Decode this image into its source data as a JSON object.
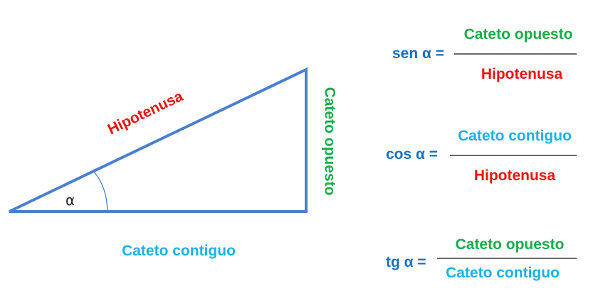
{
  "triangle": {
    "hypotenuse_label": "Hipotenusa",
    "opposite_label": "Cateto opuesto",
    "adjacent_label": "Cateto contiguo",
    "angle_label": "α"
  },
  "formulas": [
    {
      "lhs": "sen α =",
      "numerator": "Cateto opuesto",
      "denominator": "Hipotenusa"
    },
    {
      "lhs": "cos α =",
      "numerator": "Cateto contiguo",
      "denominator": "Hipotenusa"
    },
    {
      "lhs": "tg α =",
      "numerator": "Cateto opuesto",
      "denominator": "Cateto contiguo"
    }
  ],
  "colors": {
    "triangle_stroke": "#4a7fd0",
    "hypotenuse": "#ee1111",
    "opposite": "#1bab4a",
    "adjacent": "#1ab2e8",
    "function_label": "#1a6fc0"
  }
}
